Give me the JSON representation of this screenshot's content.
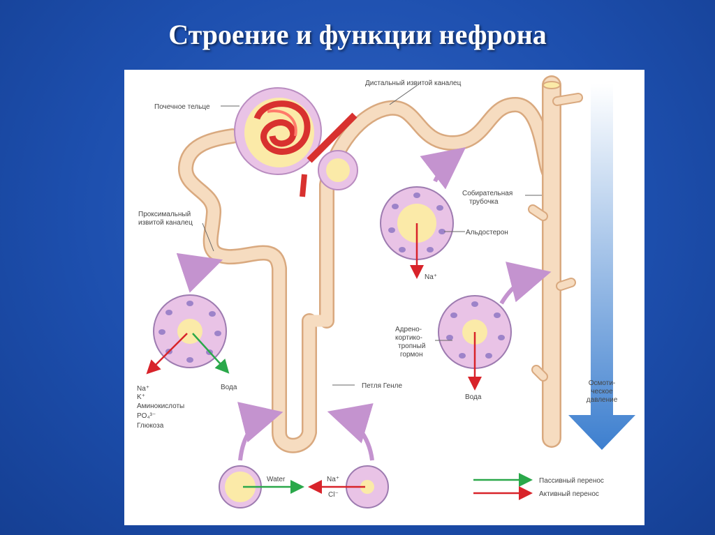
{
  "slide": {
    "title": "Строение и функции нефрона"
  },
  "labels": {
    "renal_corpuscle": "Почечное тельце",
    "distal_tubule": "Дистальный извитой каналец",
    "proximal_tubule": [
      "Проксимальный",
      "извитой каналец"
    ],
    "collecting_duct": [
      "Собирательная",
      "трубочка"
    ],
    "aldosterone": "Альдостерон",
    "na_aldo": "Na⁺",
    "acth": [
      "Адрено-",
      "кортико-",
      "тропный",
      "гормон"
    ],
    "water_collecting": "Вода",
    "loop_of_henle": "Петля Генле",
    "proximal_solutes": [
      "Na⁺",
      "K⁺",
      "Аминокислоты",
      "PO₄³⁻",
      "Глюкоза"
    ],
    "water_proximal": "Вода",
    "loop_water": "Water",
    "loop_na": "Na⁺",
    "loop_cl": "Cl⁻",
    "osmotic_pressure": [
      "Осмоти-",
      "ческое",
      "давление"
    ]
  },
  "legend": {
    "passive": "Пассивный перенос",
    "active": "Активный перенос"
  },
  "colors": {
    "tubule": "#f6dcc0",
    "tubule_stroke": "#d9a97f",
    "cell": "#e9c3e6",
    "lumen": "#fbeaa8",
    "nucleus": "#9d83c9",
    "vessel": "#d8312f",
    "passive_arrow": "#2aa84a",
    "active_arrow": "#d8232a",
    "inflow_arrow": "#c493cf",
    "osmotic_arrow": "#3d7fcf"
  }
}
